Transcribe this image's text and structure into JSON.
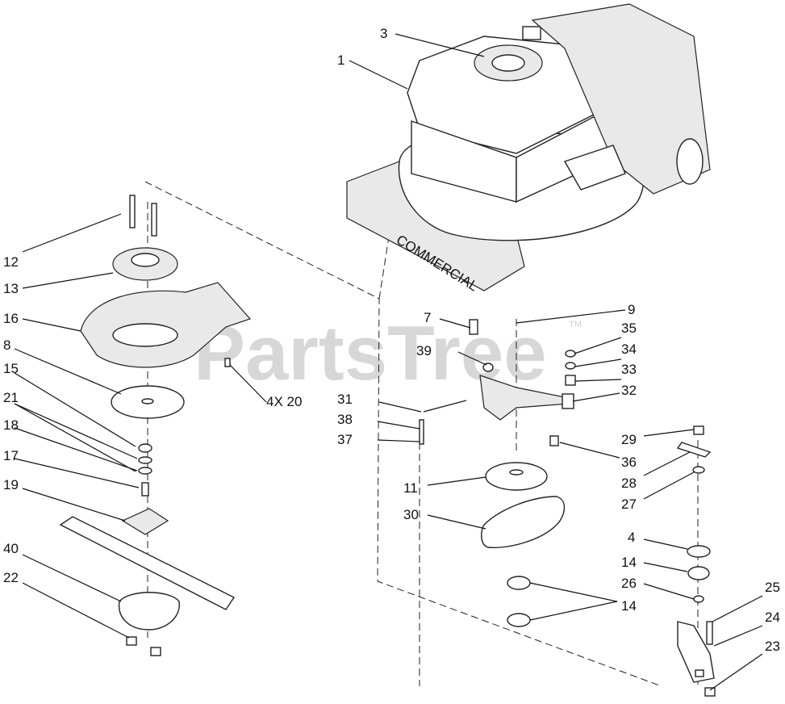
{
  "watermark": {
    "text": "PartsTree",
    "tm": "TM"
  },
  "engine_brand": "COMMERCIAL",
  "callouts": {
    "c1": "1",
    "c3": "3",
    "c12": "12",
    "c13": "13",
    "c16": "16",
    "c8": "8",
    "c15": "15",
    "c21": "21",
    "c18": "18",
    "c17": "17",
    "c19": "19",
    "c40": "40",
    "c22": "22",
    "c4x20": "4X 20",
    "c7": "7",
    "c9": "9",
    "c35": "35",
    "c39": "39",
    "c34": "34",
    "c33": "33",
    "c31": "31",
    "c32": "32",
    "c38": "38",
    "c37": "37",
    "c29": "29",
    "c36": "36",
    "c11": "11",
    "c28": "28",
    "c27": "27",
    "c30": "30",
    "c4": "4",
    "c14a": "14",
    "c26": "26",
    "c14b": "14",
    "c25": "25",
    "c24": "24",
    "c23": "23"
  },
  "colors": {
    "ink": "#111111",
    "watermark": "#d7d7d7",
    "background": "#ffffff"
  }
}
